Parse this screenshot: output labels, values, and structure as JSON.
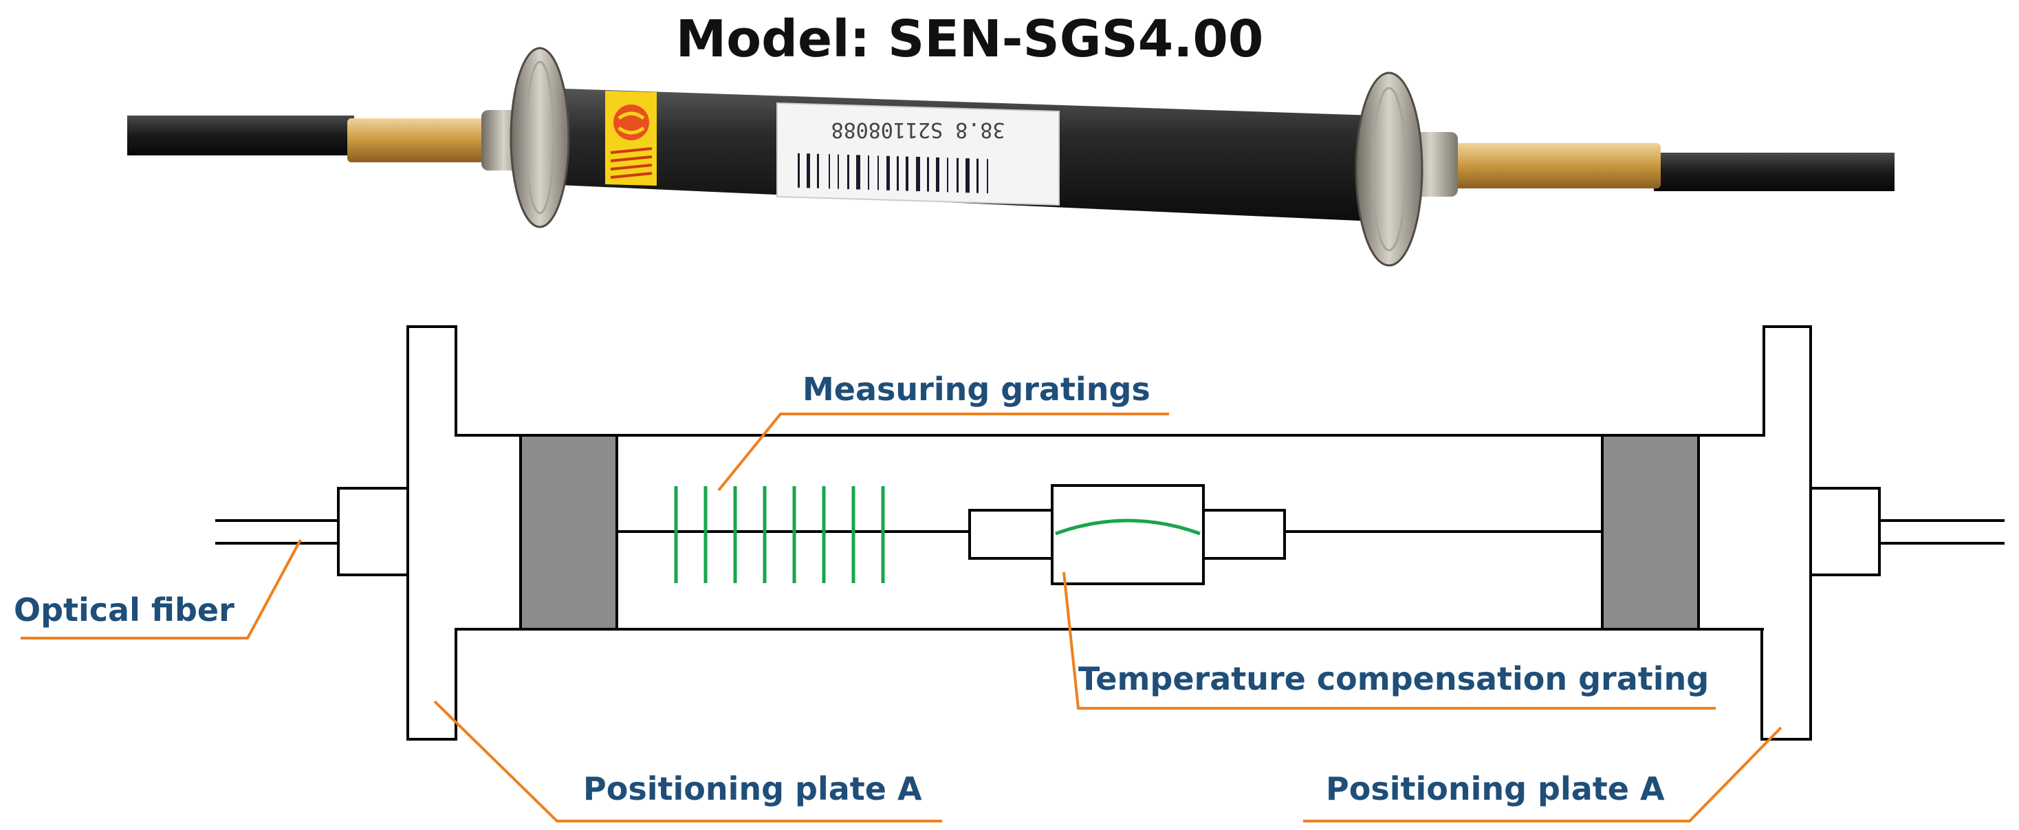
{
  "title": "Model: SEN-SGS4.00",
  "photo": {
    "serial_number": "38.8 S21108088"
  },
  "labels": {
    "measuring_gratings": "Measuring gratings",
    "optical_fiber": "Optical fiber",
    "temperature_compensation_grating": "Temperature compensation grating",
    "positioning_plate_left": "Positioning plate A",
    "positioning_plate_right": "Positioning plate A"
  },
  "colors": {
    "label_text": "#1f4e79",
    "leader_line": "#f07f1d",
    "grating": "#1aa54b",
    "holder_block": "#8c8c8c",
    "outline": "#000000"
  }
}
